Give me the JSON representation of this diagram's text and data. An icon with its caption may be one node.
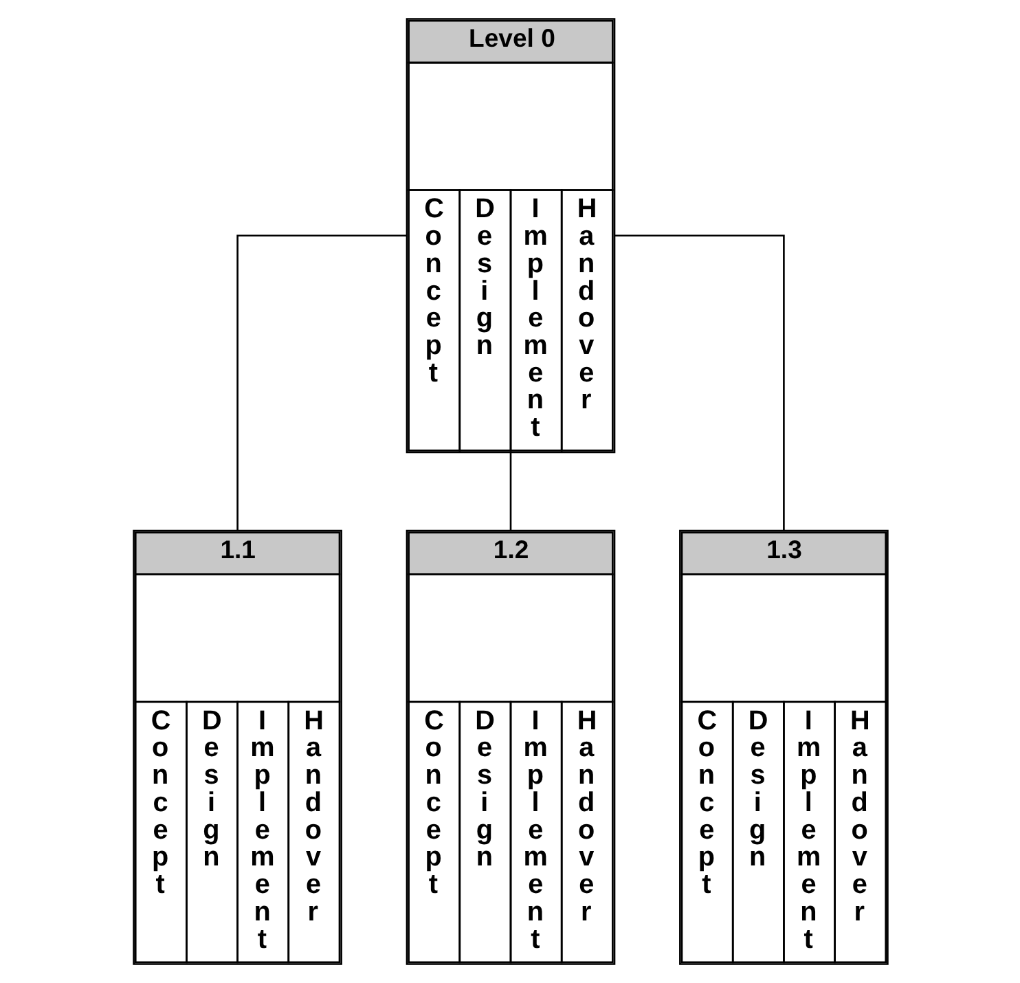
{
  "diagram": {
    "nodes": [
      {
        "text": [
          "Level 0",
          "Concept",
          "Design",
          "Implement",
          "Handover"
        ]
      },
      {
        "text": [
          "1.1",
          "Concept",
          "Design",
          "Implement",
          "Handover"
        ]
      },
      {
        "text": [
          "1.2",
          "Concept",
          "Design",
          "Implement",
          "Handover"
        ]
      },
      {
        "text": [
          "1.3",
          "Concept",
          "Design",
          "Implement",
          "Handover"
        ]
      }
    ],
    "edges": [
      {
        "from": 0,
        "to": 1,
        "arrow": "none"
      },
      {
        "from": 0,
        "to": 2,
        "arrow": "none"
      },
      {
        "from": 0,
        "to": 3,
        "arrow": "none"
      }
    ]
  }
}
